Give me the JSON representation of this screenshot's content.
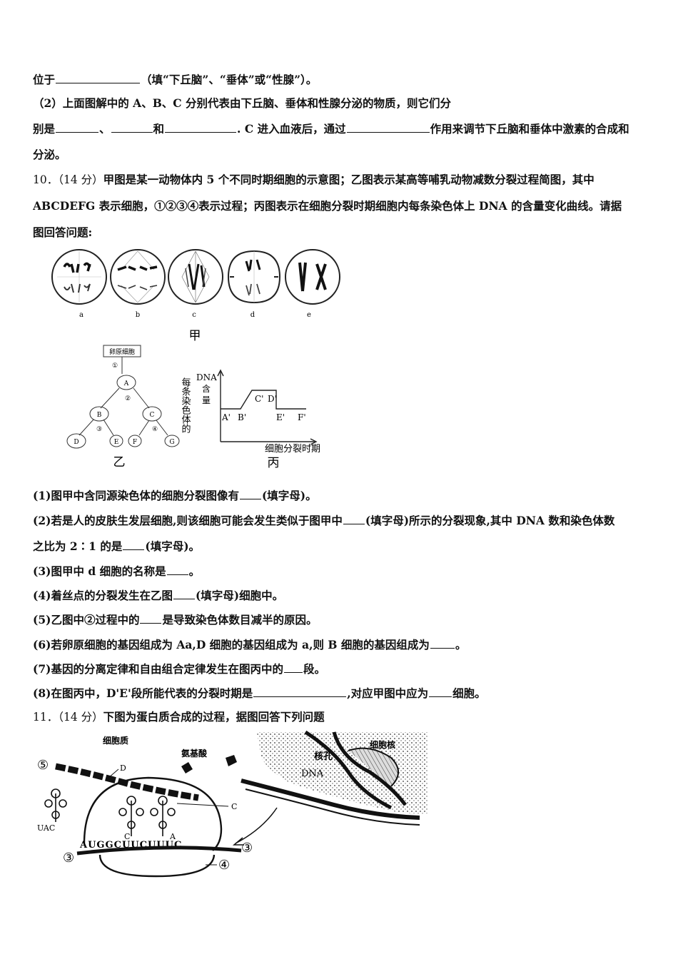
{
  "lines": {
    "l1a": "位于",
    "l1b": "（填“下丘脑”、“垂体”或“性腺”）。",
    "l2": "（2）上面图解中的 A、B、C 分别代表由下丘脑、垂体和性腺分泌的物质，则它们分",
    "l3a": "别是",
    "l3b": "、",
    "l3c": "和",
    "l3d": ". C 进入血液后，通过",
    "l3e": "作用来调节下丘脑和垂体中激素的合成和",
    "l4": "分泌。",
    "q10_num": "10．（14 分）",
    "q10_l1": "甲图是某一动物体内 5 个不同时期细胞的示意图；乙图表示某高等哺乳动物减数分裂过程简图，其中",
    "q10_l2": "ABCDEFG 表示细胞，①②③④表示过程；丙图表示在细胞分裂时期细胞内每条染色体上 DNA 的含量变化曲线。请据",
    "q10_l3": "图回答问题:"
  },
  "figure_jia": {
    "cell_labels": [
      "a",
      "b",
      "c",
      "d",
      "e"
    ],
    "caption": "甲"
  },
  "figure_yi": {
    "top_box": "卵原细胞",
    "step1": "①",
    "step2": "②",
    "step3": "③",
    "step4": "④",
    "cells": [
      "A",
      "B",
      "C",
      "D",
      "E",
      "F",
      "G"
    ],
    "caption": "乙"
  },
  "figure_bing": {
    "ylabel_vertical": "每条染色体的",
    "ylabel_top": "DNA",
    "ylabel_top2": "含",
    "ylabel_top3": "量",
    "points": [
      "A'",
      "B'",
      "C'",
      "D'",
      "E'",
      "F'"
    ],
    "xlabel": "细胞分裂时期",
    "caption": "丙"
  },
  "q10_sub": {
    "s1a": "(1)图甲中含同源染色体的细胞分裂图像有",
    "s1b": "(填字母)。",
    "s2a": "(2)若是人的皮肤生发层细胞,则该细胞可能会发生类似于图甲中",
    "s2b": "(填字母)所示的分裂现象,其中 DNA 数和染色体数",
    "s2c": "之比为 2∶1 的是",
    "s2d": "(填字母)。",
    "s3a": "(3)图甲中 d 细胞的名称是",
    "s3b": "。",
    "s4a": "(4)着丝点的分裂发生在乙图",
    "s4b": "(填字母)细胞中。",
    "s5a": "(5)乙图中②过程中的",
    "s5b": "是导致染色体数目减半的原因。",
    "s6a": "(6)若卵原细胞的基因组成为 Aa,D 细胞的基因组成为 a,则 B 细胞的基因组成为",
    "s6b": "。",
    "s7a": "(7)基因的分离定律和自由组合定律发生在图丙中的",
    "s7b": "段。",
    "s8a": "(8)在图丙中，D'E'段所能代表的分裂时期是",
    "s8b": ",对应甲图中应为",
    "s8c": "细胞。"
  },
  "q11": {
    "num": "11．（14 分）",
    "text": "下图为蛋白质合成的过程，据图回答下列问题"
  },
  "figure_q11": {
    "label_cytoplasm": "细胞质",
    "label_amino": "氨基酸",
    "label_nucleus": "细胞核",
    "label_nuclear_pore": "核孔",
    "label_dna": "DNA",
    "label_D": "D",
    "label_C": "C",
    "circle5": "⑤",
    "circle3a": "③",
    "circle3b": "③",
    "circle4": "④",
    "anticodon1": "UAC",
    "anticodon2": "C",
    "anticodon3": "A",
    "mrna": "AUGGCUUCUUUC"
  }
}
